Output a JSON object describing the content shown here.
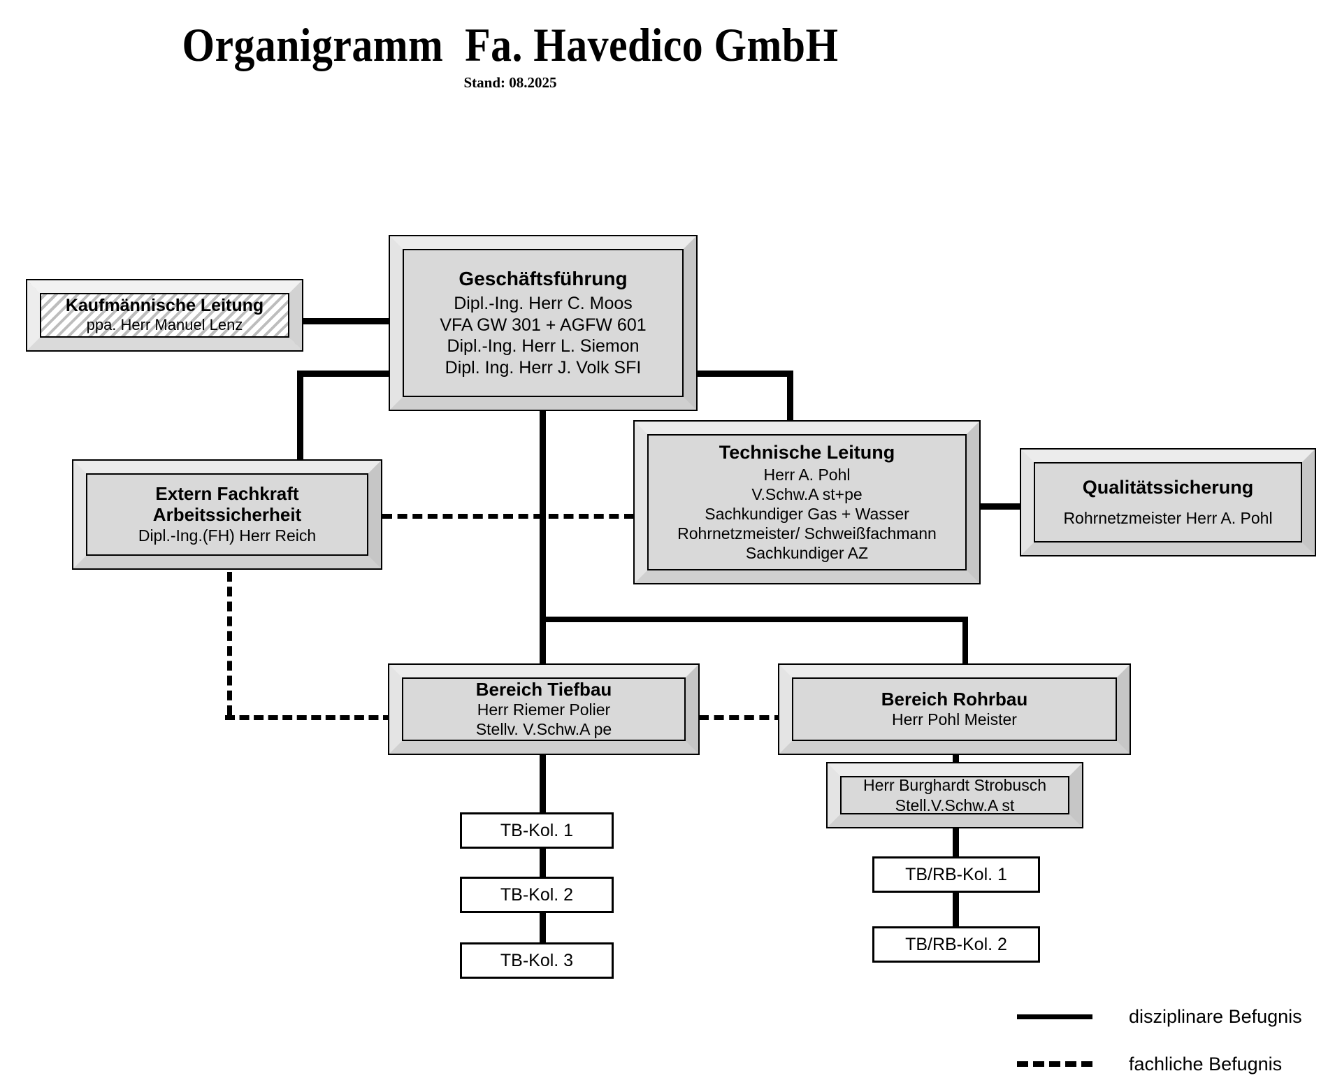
{
  "header": {
    "title": "Organigramm  Fa. Havedico GmbH",
    "subtitle": "Stand: 08.2025"
  },
  "nodes": {
    "kaufmaennische_leitung": {
      "title": "Kaufmännische Leitung",
      "lines": [
        "ppa. Herr Manuel Lenz"
      ]
    },
    "geschaeftsfuehrung": {
      "title": "Geschäftsführung",
      "lines": [
        "Dipl.-Ing. Herr C. Moos",
        "VFA GW 301 + AGFW 601",
        "Dipl.-Ing.  Herr L. Siemon",
        "Dipl. Ing. Herr J. Volk SFI"
      ]
    },
    "extern_fachkraft": {
      "title_line1": "Extern Fachkraft",
      "title_line2": "Arbeitssicherheit",
      "lines": [
        "Dipl.-Ing.(FH) Herr Reich"
      ]
    },
    "technische_leitung": {
      "title": "Technische Leitung",
      "lines": [
        "Herr A. Pohl",
        "V.Schw.A st+pe",
        "Sachkundiger Gas + Wasser",
        "Rohrnetzmeister/ Schweißfachmann",
        "Sachkundiger AZ"
      ]
    },
    "qualitaetssicherung": {
      "title": "Qualitätssicherung",
      "lines": [
        "Rohrnetzmeister Herr A. Pohl"
      ]
    },
    "bereich_tiefbau": {
      "title": "Bereich Tiefbau",
      "lines": [
        "Herr Riemer Polier",
        "Stellv. V.Schw.A pe"
      ]
    },
    "bereich_rohrbau": {
      "title": "Bereich Rohrbau",
      "lines": [
        "Herr Pohl Meister"
      ]
    },
    "strobusch": {
      "title": "",
      "lines": [
        "Herr Burghardt Strobusch",
        "Stell.V.Schw.A st"
      ]
    },
    "tb_kol_1": {
      "label": "TB-Kol. 1"
    },
    "tb_kol_2": {
      "label": "TB-Kol. 2"
    },
    "tb_kol_3": {
      "label": "TB-Kol. 3"
    },
    "tbrb_kol_1": {
      "label": "TB/RB-Kol. 1"
    },
    "tbrb_kol_2": {
      "label": "TB/RB-Kol. 2"
    }
  },
  "legend": {
    "items": [
      {
        "style": "solid",
        "label": "disziplinare Befugnis"
      },
      {
        "style": "dashed",
        "label": "fachliche Befugnis"
      }
    ]
  },
  "colors": {
    "line": "#000000",
    "node_fill": "#d9d9d9",
    "flat_fill": "#ffffff",
    "bevel_light": "#ececec",
    "bevel_dark": "#c6c6c6",
    "background": "#ffffff"
  }
}
